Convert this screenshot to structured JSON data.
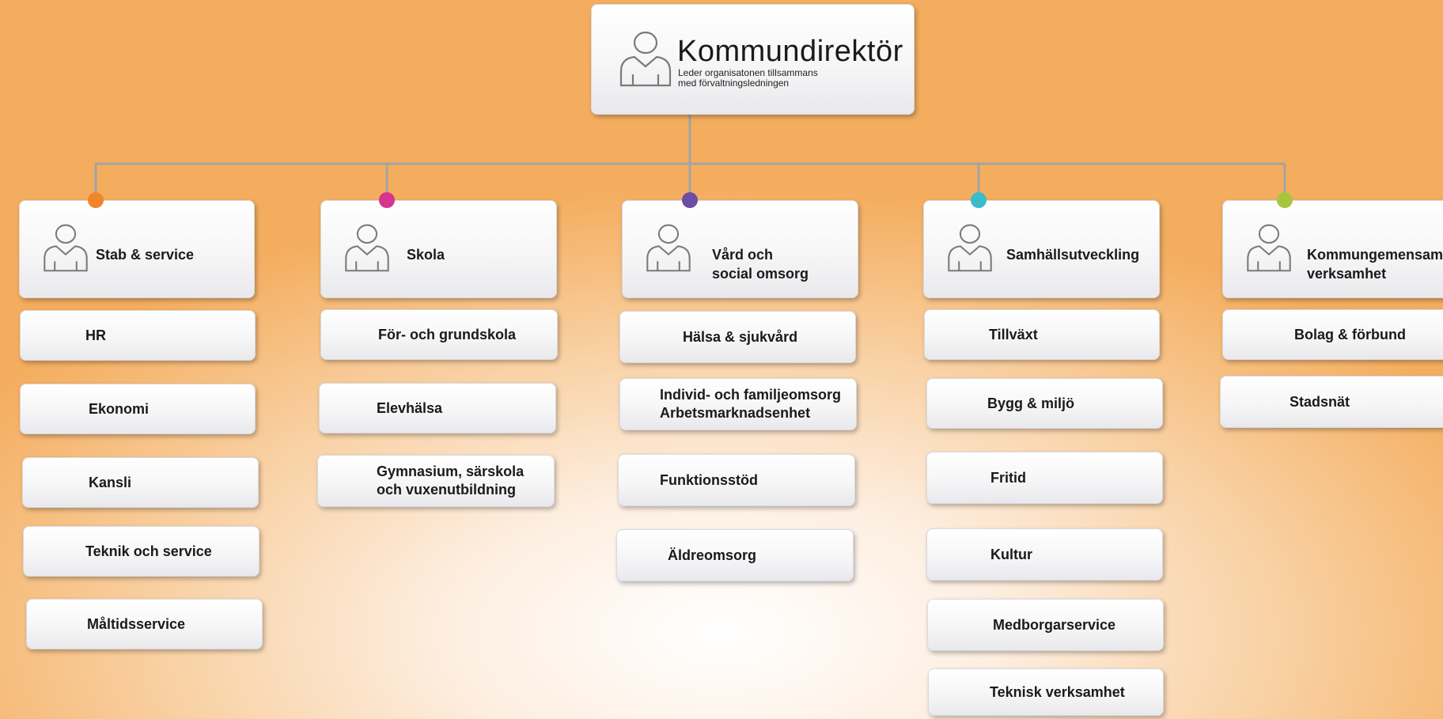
{
  "top": {
    "title": "Kommundirektör",
    "subtitle": "Leder organisatonen tillsammans\nmed förvaltningsledningen"
  },
  "departments": [
    {
      "name": "Stab & service",
      "color": "#f0862a",
      "units": [
        "HR",
        "Ekonomi",
        "Kansli",
        "Teknik och service",
        "Måltidsservice"
      ]
    },
    {
      "name": "Skola",
      "color": "#d6348e",
      "units": [
        "För- och grundskola",
        "Elevhälsa",
        "Gymnasium, särskola\noch vuxenutbildning"
      ]
    },
    {
      "name": "Vård och\nsocial omsorg",
      "color": "#6a4fa3",
      "units": [
        "Hälsa & sjukvård",
        "Individ- och familjeomsorg\nArbetsmarknadsenhet",
        "Funktionsstöd",
        "Äldreomsorg"
      ]
    },
    {
      "name": "Samhällsutveckling",
      "color": "#3bbccb",
      "units": [
        "Tillväxt",
        "Bygg & miljö",
        "Fritid",
        "Kultur",
        "Medborgarservice",
        "Teknisk verksamhet"
      ]
    },
    {
      "name": "Kommungemensam\nverksamhet",
      "color": "#a6c63c",
      "units": [
        "Bolag & förbund",
        "Stadsnät"
      ]
    }
  ]
}
